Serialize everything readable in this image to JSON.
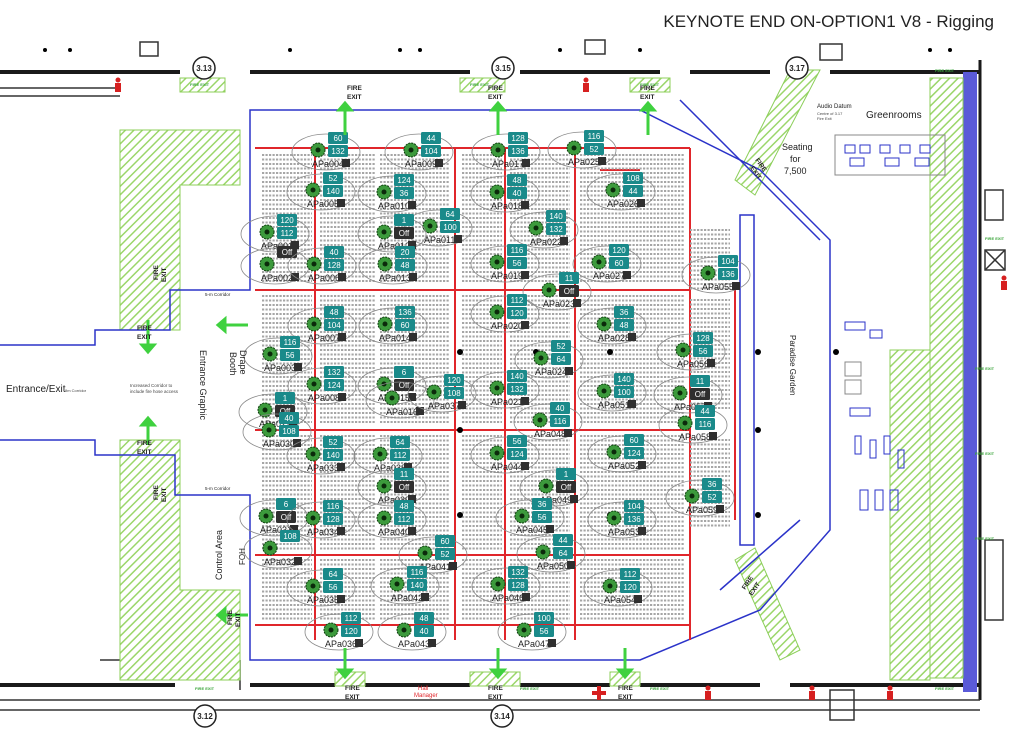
{
  "title": "KEYNOTE END ON-OPTION1 V8 - Rigging",
  "colors": {
    "wall": "#1a1a1a",
    "truss": "#e0262b",
    "hatch": "#9bd66a",
    "exit_arrow": "#3fd13f",
    "ap_green": "#3c9a3c",
    "badge_teal": "#1a8a8a",
    "badge_dark": "#2f2f2f",
    "blue": "#2b33c9",
    "seat": "#a6a6a6"
  },
  "grid_refs": [
    "3.13",
    "3.15",
    "3.17",
    "3.12",
    "3.14"
  ],
  "labels": {
    "entrance": "Entrance/Exit",
    "entrance_small": "9m Corridor",
    "corridor_note_1": "Increased Corridor to",
    "corridor_note_2": "include fire hose access",
    "corridor_5m_top": "5-m Corridor",
    "corridor_5m_bottom": "5-m Corridor",
    "entrance_graphic": "Entrance Graphic",
    "drape_booth_1": "Drape",
    "drape_booth_2": "Booth",
    "control_area": "Control Area",
    "foh": "FOH",
    "seating_1": "Seating",
    "seating_2": "for",
    "seating_3": "7,500",
    "audio_datum": "Audio Datum",
    "audio_datum_sub1": "Centre of 3.17",
    "audio_datum_sub2": "Fire Exit",
    "greenrooms": "Greenrooms",
    "paradise_garden": "Paradise Garden",
    "hall_manager_1": "Hall",
    "hall_manager_2": "Manager",
    "fire_exit": "FIRE EXIT",
    "fire": "FIRE",
    "exit": "EXIT"
  },
  "aps": [
    {
      "id": "APa004",
      "b1": "60",
      "b2": "132"
    },
    {
      "id": "APa009",
      "b1": "44",
      "b2": "104"
    },
    {
      "id": "APa017",
      "b1": "128",
      "b2": "136"
    },
    {
      "id": "APa025",
      "b1": "116",
      "b2": "52"
    },
    {
      "id": "APa005",
      "b1": "52",
      "b2": "140"
    },
    {
      "id": "APa010",
      "b1": "124",
      "b2": "36"
    },
    {
      "id": "APa018",
      "b1": "48",
      "b2": "40"
    },
    {
      "id": "APa026",
      "b1": "108",
      "b2": "44"
    },
    {
      "id": "APa001",
      "b1": "120",
      "b2": "112"
    },
    {
      "id": "APa011",
      "b1": "64",
      "b2": "100"
    },
    {
      "id": "APa012",
      "b1": "1",
      "b2": "Off"
    },
    {
      "id": "APa022",
      "b1": "140",
      "b2": "132"
    },
    {
      "id": "APa002",
      "b1": "Off",
      "b2": ""
    },
    {
      "id": "APa006",
      "b1": "40",
      "b2": "128"
    },
    {
      "id": "APa013",
      "b1": "20",
      "b2": "48"
    },
    {
      "id": "APa019",
      "b1": "116",
      "b2": "56"
    },
    {
      "id": "APa027",
      "b1": "120",
      "b2": "60"
    },
    {
      "id": "APa055",
      "b1": "104",
      "b2": "136"
    },
    {
      "id": "APa023",
      "b1": "11",
      "b2": "Off"
    },
    {
      "id": "APa007",
      "b1": "48",
      "b2": "104"
    },
    {
      "id": "APa014",
      "b1": "136",
      "b2": "60"
    },
    {
      "id": "APa020",
      "b1": "112",
      "b2": "120"
    },
    {
      "id": "APa028",
      "b1": "36",
      "b2": "48"
    },
    {
      "id": "APa003",
      "b1": "116",
      "b2": "56"
    },
    {
      "id": "APa056",
      "b1": "128",
      "b2": "56"
    },
    {
      "id": "APa024",
      "b1": "52",
      "b2": "64"
    },
    {
      "id": "APa008",
      "b1": "132",
      "b2": "124"
    },
    {
      "id": "APa015",
      "b1": "6",
      "b2": "Off"
    },
    {
      "id": "APa016",
      "b1": "",
      "b2": ""
    },
    {
      "id": "APa037",
      "b1": "120",
      "b2": "108"
    },
    {
      "id": "APa021",
      "b1": "140",
      "b2": "132"
    },
    {
      "id": "APa051",
      "b1": "140",
      "b2": "100"
    },
    {
      "id": "APa057",
      "b1": "11",
      "b2": "Off"
    },
    {
      "id": "APa029",
      "b1": "1",
      "b2": "Off"
    },
    {
      "id": "APa030",
      "b1": "40",
      "b2": "108"
    },
    {
      "id": "APa048",
      "b1": "40",
      "b2": "116"
    },
    {
      "id": "APa058",
      "b1": "44",
      "b2": "116"
    },
    {
      "id": "APa033",
      "b1": "52",
      "b2": "140"
    },
    {
      "id": "APa038",
      "b1": "64",
      "b2": "112"
    },
    {
      "id": "APa044",
      "b1": "56",
      "b2": "124"
    },
    {
      "id": "APa052",
      "b1": "60",
      "b2": "124"
    },
    {
      "id": "APa049",
      "b1": "1",
      "b2": "Off"
    },
    {
      "id": "APa039",
      "b1": "11",
      "b2": "Off"
    },
    {
      "id": "APa059",
      "b1": "36",
      "b2": "52"
    },
    {
      "id": "APa031",
      "b1": "6",
      "b2": "Off"
    },
    {
      "id": "APa034",
      "b1": "116",
      "b2": "128"
    },
    {
      "id": "APa040",
      "b1": "48",
      "b2": "112"
    },
    {
      "id": "APa045",
      "b1": "36",
      "b2": "56"
    },
    {
      "id": "APa053",
      "b1": "104",
      "b2": "136"
    },
    {
      "id": "APa032",
      "b1": "108",
      "b2": ""
    },
    {
      "id": "APa041",
      "b1": "60",
      "b2": "52"
    },
    {
      "id": "APa050",
      "b1": "44",
      "b2": "64"
    },
    {
      "id": "APa035",
      "b1": "64",
      "b2": "56"
    },
    {
      "id": "APa042",
      "b1": "116",
      "b2": "140"
    },
    {
      "id": "APa046",
      "b1": "132",
      "b2": "128"
    },
    {
      "id": "APa054",
      "b1": "112",
      "b2": "120"
    },
    {
      "id": "APa036",
      "b1": "112",
      "b2": "120"
    },
    {
      "id": "APa043",
      "b1": "48",
      "b2": "40"
    },
    {
      "id": "APa047",
      "b1": "100",
      "b2": "56"
    }
  ]
}
